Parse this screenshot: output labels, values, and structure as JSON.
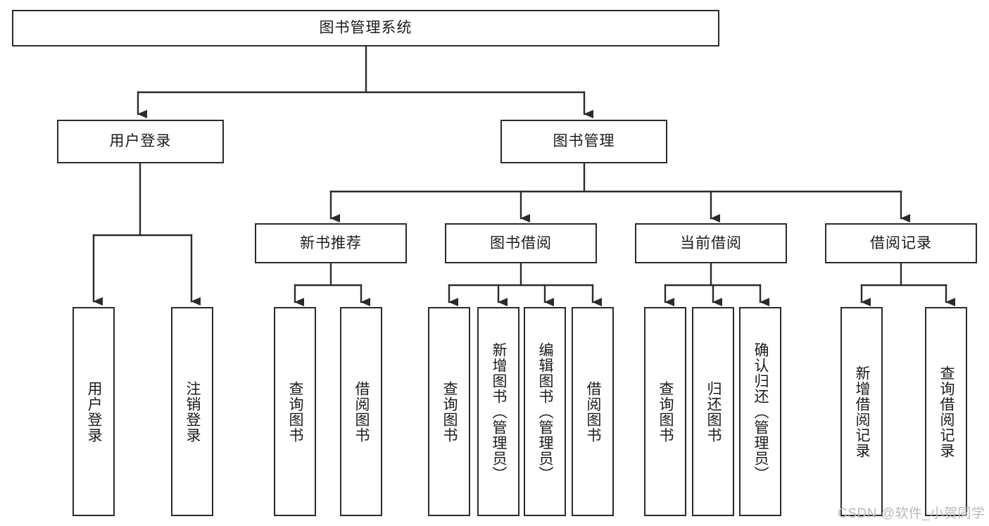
{
  "diagram": {
    "title_node": {
      "id": "root",
      "label": "图书管理系统"
    },
    "level2": [
      {
        "id": "user-login",
        "label": "用户登录"
      },
      {
        "id": "book-management",
        "label": "图书管理"
      }
    ],
    "level3": [
      {
        "id": "new-book-recommend",
        "label": "新书推荐"
      },
      {
        "id": "book-borrow",
        "label": "图书借阅"
      },
      {
        "id": "current-borrow",
        "label": "当前借阅"
      },
      {
        "id": "borrow-record",
        "label": "借阅记录"
      }
    ],
    "leaves": {
      "user_login": [
        {
          "id": "leaf-user-login",
          "label": "用户登录"
        },
        {
          "id": "leaf-logout-login",
          "label": "注销登录"
        }
      ],
      "new_book_recommend": [
        {
          "id": "leaf-query-book-1",
          "label": "查询图书"
        },
        {
          "id": "leaf-borrow-book-1",
          "label": "借阅图书"
        }
      ],
      "book_borrow": [
        {
          "id": "leaf-query-book-2",
          "label": "查询图书"
        },
        {
          "id": "leaf-add-book",
          "label": "新增图书（管理员）"
        },
        {
          "id": "leaf-edit-book",
          "label": "编辑图书（管理员）"
        },
        {
          "id": "leaf-borrow-book-2",
          "label": "借阅图书"
        }
      ],
      "current_borrow": [
        {
          "id": "leaf-query-book-3",
          "label": "查询图书"
        },
        {
          "id": "leaf-return-book",
          "label": "归还图书"
        },
        {
          "id": "leaf-confirm-return",
          "label": "确认归还（管理员）"
        }
      ],
      "borrow_record": [
        {
          "id": "leaf-add-borrow-record",
          "label": "新增借阅记录"
        },
        {
          "id": "leaf-query-borrow-record",
          "label": "查询借阅记录"
        }
      ]
    },
    "colors": {
      "line": "#2b2b2b",
      "box_fill": "#ffffff",
      "text": "#1b1b1b",
      "watermark": "#b9b9b9"
    }
  },
  "watermark": {
    "text": "CSDN @软件_小贺同学"
  }
}
